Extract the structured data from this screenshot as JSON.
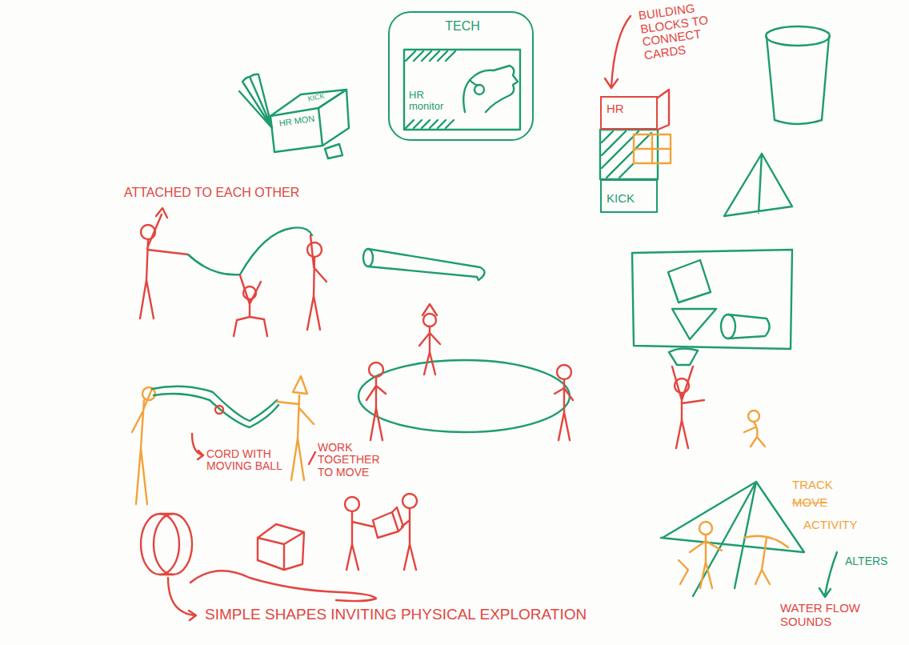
{
  "diagram": {
    "nodes": [
      {
        "text": [
          "HR MON",
          "KICK"
        ]
      },
      {
        "text": [
          "TECH",
          "HR monitor"
        ]
      },
      {
        "text": [
          "HR"
        ]
      },
      {
        "text": [
          "KICK"
        ]
      }
    ],
    "labels": [
      "BUILDING BLOCKS TO CONNECT CARDS",
      "ATTACHED TO EACH OTHER",
      "CORD WITH MOVING BALL",
      "WORK TOGETHER TO MOVE",
      "SIMPLE SHAPES INVITING PHYSICAL EXPLORATION",
      "TRACK",
      "MOVE",
      "ACTIVITY",
      "ALTERS",
      "WATER FLOW SOUNDS"
    ]
  }
}
